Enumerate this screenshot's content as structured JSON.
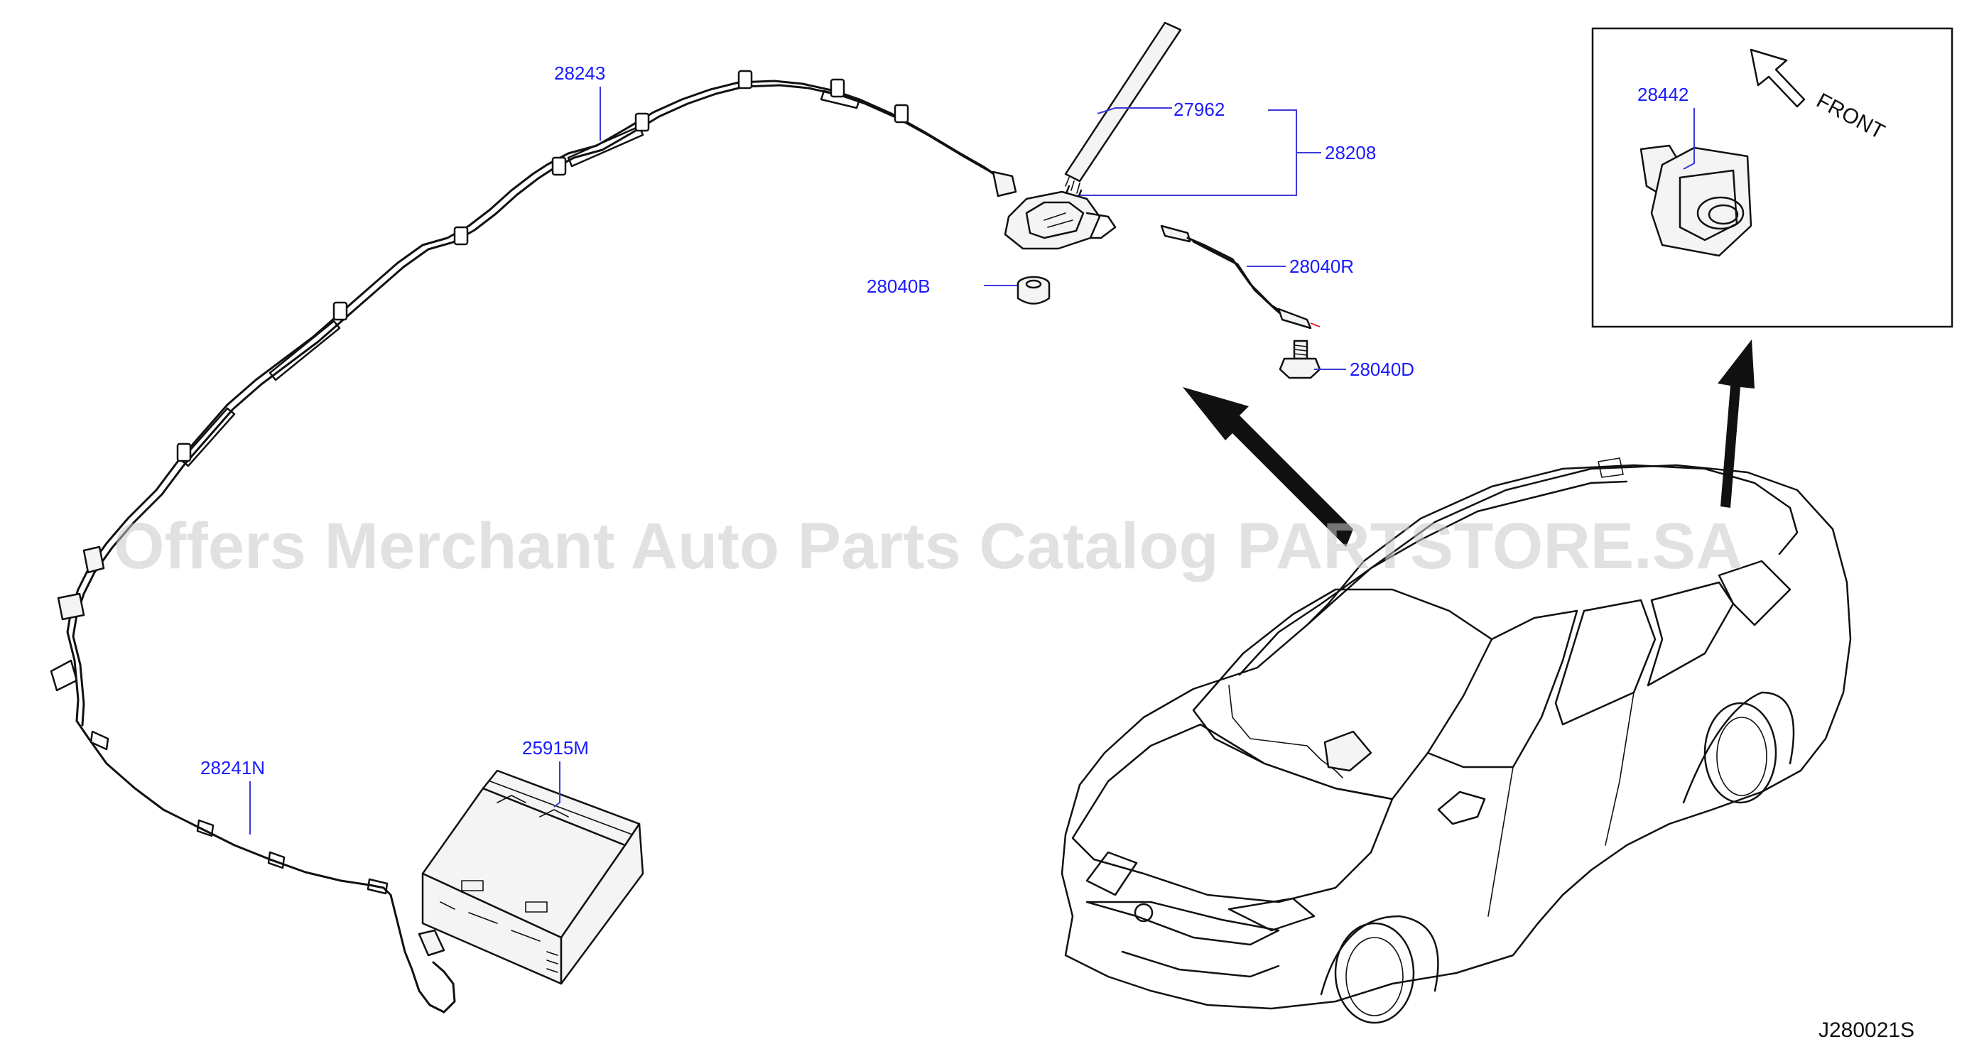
{
  "diagram": {
    "reference": "J280021S",
    "front_label": "FRONT",
    "watermark": "Offers Merchant Auto Parts Catalog PARTSTORE.SA",
    "parts": [
      {
        "number": "28243"
      },
      {
        "number": "27962"
      },
      {
        "number": "28208"
      },
      {
        "number": "28040B"
      },
      {
        "number": "28040R"
      },
      {
        "number": "28040D"
      },
      {
        "number": "28442"
      },
      {
        "number": "28241N"
      },
      {
        "number": "25915M"
      }
    ]
  }
}
